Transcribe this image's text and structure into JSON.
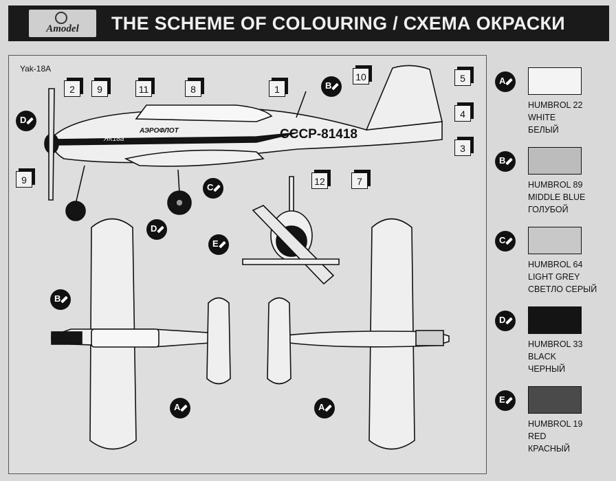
{
  "header": {
    "logo_text": "Amodel",
    "title": "THE SCHEME OF COLOURING / СХЕМА ОКРАСКИ"
  },
  "aircraft": {
    "name": "Yak-18A",
    "registration": "СССР-81418",
    "fuselage_script": "АЭРОФЛОТ",
    "type_script": "ЯК18а"
  },
  "callouts": [
    "1",
    "2",
    "3",
    "4",
    "5",
    "7",
    "8",
    "9",
    "9",
    "10",
    "11",
    "12"
  ],
  "paint_labels": [
    "A",
    "B",
    "C",
    "D",
    "E"
  ],
  "legend": [
    {
      "letter": "A",
      "code": "HUMBROL 22",
      "name_en": "WHITE",
      "name_ru": "БЕЛЫЙ",
      "color": "#f4f4f4"
    },
    {
      "letter": "B",
      "code": "HUMBROL 89",
      "name_en": "MIDDLE BLUE",
      "name_ru": "ГОЛУБОЙ",
      "color": "#bcbcbc"
    },
    {
      "letter": "C",
      "code": "HUMBROL 64",
      "name_en": "LIGHT GREY",
      "name_ru": "СВЕТЛО СЕРЫЙ",
      "color": "#c8c8c8"
    },
    {
      "letter": "D",
      "code": "HUMBROL 33",
      "name_en": "BLACK",
      "name_ru": "ЧЕРНЫЙ",
      "color": "#141414"
    },
    {
      "letter": "E",
      "code": "HUMBROL 19",
      "name_en": "RED",
      "name_ru": "КРАСНЫЙ",
      "color": "#4a4a4a"
    }
  ]
}
